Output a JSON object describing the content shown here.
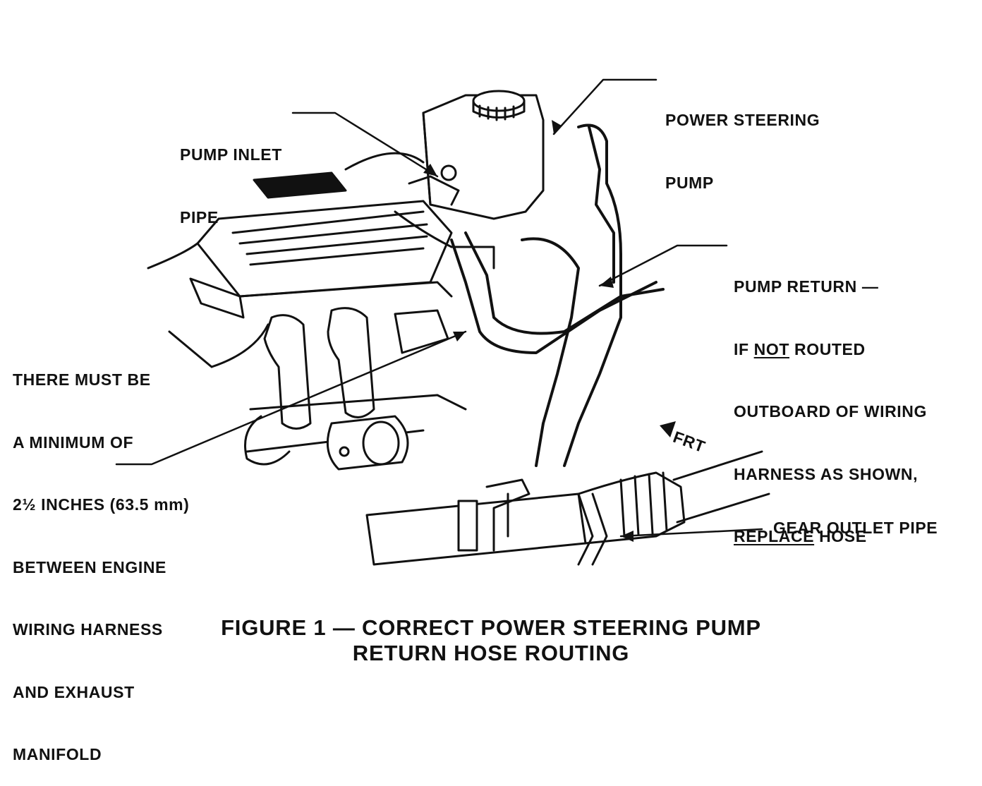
{
  "labels": {
    "pump_inlet_pipe": [
      "PUMP INLET",
      "PIPE"
    ],
    "power_steering_pump": [
      "POWER STEERING",
      "PUMP"
    ],
    "pump_return": {
      "line1": "PUMP RETURN —",
      "line2_pre": "IF ",
      "line2_ul": "NOT",
      "line2_post": " ROUTED",
      "line3": "OUTBOARD OF WIRING",
      "line4": "HARNESS AS SHOWN,",
      "line5_ul": "REPLACE",
      "line5_post": " HOSE"
    },
    "clearance_note": {
      "line1": "THERE MUST BE",
      "line2": "A MINIMUM OF",
      "line3": "2½ INCHES (63.5 mm)",
      "line4": "BETWEEN ENGINE",
      "line5": "WIRING HARNESS",
      "line6": "AND EXHAUST",
      "line7": "MANIFOLD"
    },
    "gear_outlet_pipe": "GEAR OUTLET PIPE",
    "front_indicator": "FRT"
  },
  "caption": {
    "line1": "FIGURE 1 — CORRECT POWER STEERING PUMP",
    "line2": "RETURN HOSE ROUTING"
  }
}
